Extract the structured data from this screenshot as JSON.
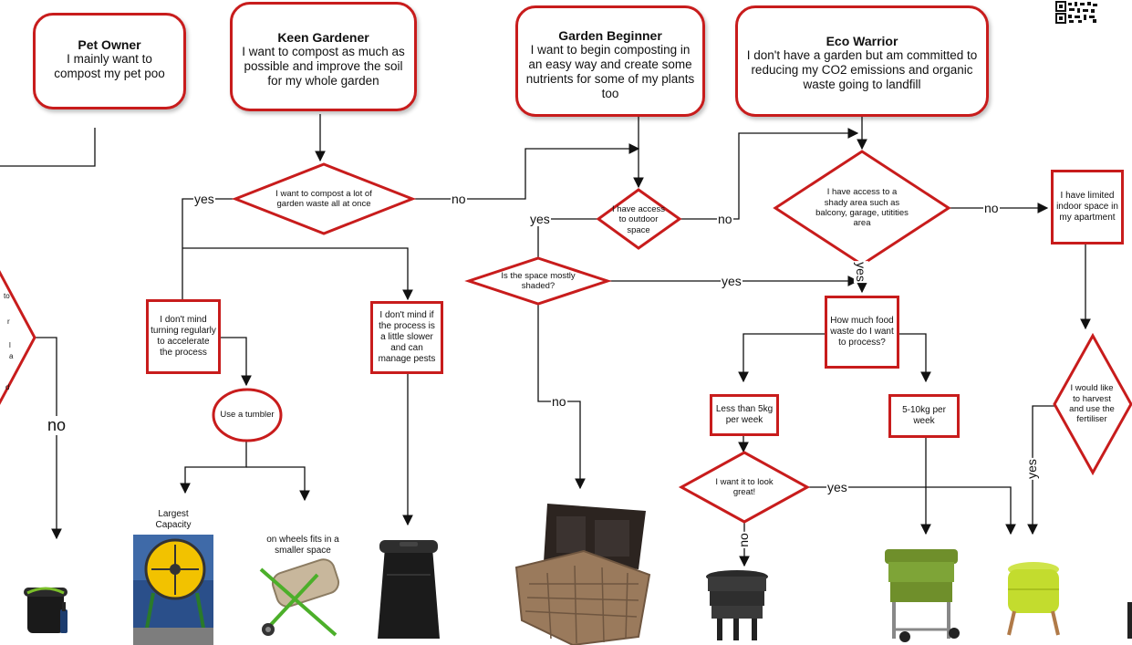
{
  "personas": [
    {
      "title": "Pet Owner",
      "desc": "I mainly want to compost my pet poo"
    },
    {
      "title": "Keen Gardener",
      "desc": "I want to compost as much as possible and improve the soil for my whole garden"
    },
    {
      "title": "Garden Beginner",
      "desc": "I want to begin composting in an easy way and create some nutrients for some of my plants too"
    },
    {
      "title": "Eco Warrior",
      "desc": "I don't have a garden but am committed to reducing my CO2 emissions and organic waste going to landfill"
    }
  ],
  "decisions": {
    "lots_of_waste": "I want to compost a lot of garden waste all at once",
    "outdoor_space": "I have access to outdoor space",
    "shady_area": "I have access to a shady area such as balcony, garage, utitities area",
    "mostly_shaded": "Is the space mostly shaded?",
    "look_great": "I want it to look great!",
    "harvest": "I would like to harvest and use the fertiliser",
    "left_partial": [
      "to",
      "r",
      "l",
      "a",
      "d"
    ]
  },
  "boxes": {
    "turning": "I don't mind turning regularly to accelerate the process",
    "slower": "I don't mind if the process is a little slower and can manage pests",
    "indoor": "I have limited indoor space in my apartment",
    "how_much": "How much food waste do I want to process?",
    "less5": "Less than 5kg per week",
    "five_ten": "5-10kg per week"
  },
  "tumbler": "Use a tumbler",
  "captions": {
    "largest": "Largest Capacity",
    "wheels": "on wheels fits in a smaller space"
  },
  "edges": {
    "yes": "yes",
    "no": "no"
  },
  "colors": {
    "accent": "#c81c1c",
    "line": "#111111"
  },
  "icons": [
    "qr-code-icon",
    "kitchen-caddy-image",
    "yellow-tumbler-image",
    "wheeled-tumbler-image",
    "black-bin-image",
    "brown-crate-image",
    "wormery-image",
    "green-wormery-image",
    "lime-wormery-image"
  ]
}
